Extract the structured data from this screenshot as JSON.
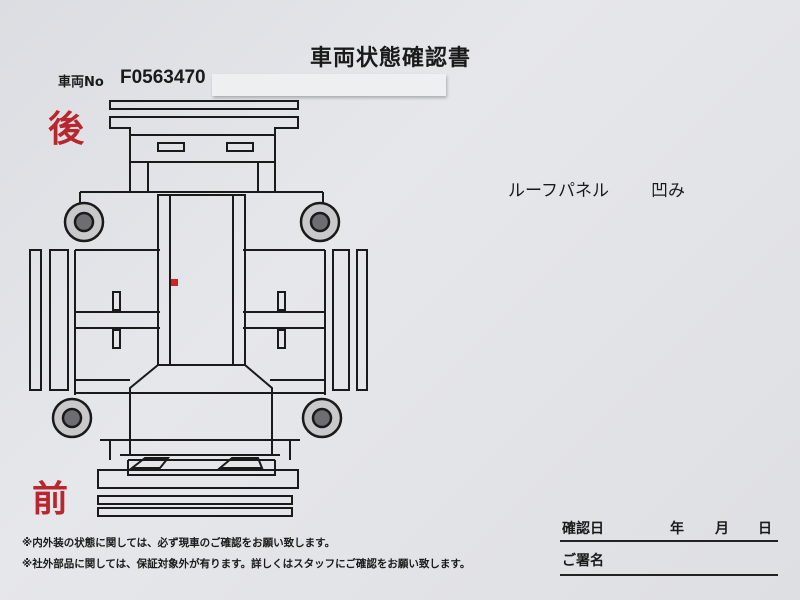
{
  "document": {
    "title": "車両状態確認書",
    "car_no_label": "車両No",
    "car_no_value": "F0563470",
    "rear_label": "後",
    "front_label": "前"
  },
  "damage": {
    "part": "ルーフパネル",
    "type": "凹み"
  },
  "notes": [
    "※内外装の状態に関しては、必ず現車のご確認をお願い致します。",
    "※社外部品に関しては、保証対象外が有ります。詳しくはスタッフにご確認をお願い致します。"
  ],
  "signature": {
    "date_label": "確認日",
    "year": "年",
    "month": "月",
    "day": "日",
    "name_label": "ご署名"
  },
  "colors": {
    "accent_red": "#b8262e",
    "damage_marker": "#d42020"
  }
}
